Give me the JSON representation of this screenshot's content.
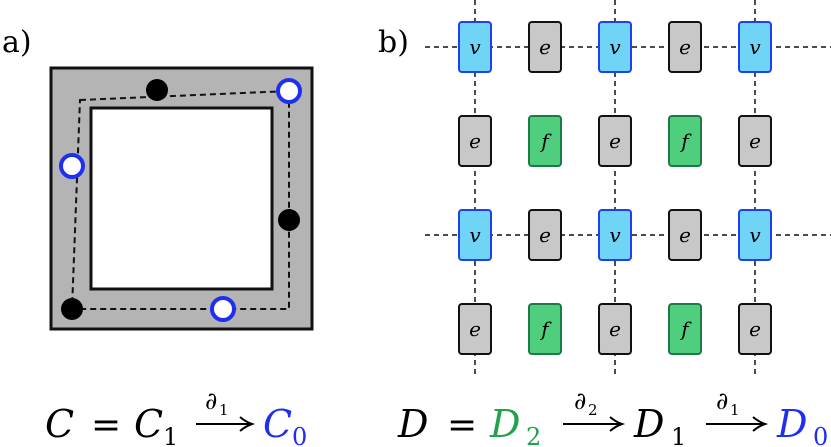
{
  "panel_a": {
    "label": "a)",
    "equation": {
      "lhs": "C",
      "eq": "=",
      "c1": "C",
      "c1_sub": "1",
      "op": "∂",
      "op_sub": "1",
      "c0": "C",
      "c0_sub": "0"
    }
  },
  "panel_b": {
    "label": "b)",
    "grid": [
      [
        "v",
        "e",
        "v",
        "e",
        "v"
      ],
      [
        "e",
        "f",
        "e",
        "f",
        "e"
      ],
      [
        "v",
        "e",
        "v",
        "e",
        "v"
      ],
      [
        "e",
        "f",
        "e",
        "f",
        "e"
      ]
    ],
    "equation": {
      "lhs": "D",
      "eq": "=",
      "d2": "D",
      "d2_sub": "2",
      "op2": "∂",
      "op2_sub": "2",
      "d1": "D",
      "d1_sub": "1",
      "op1": "∂",
      "op1_sub": "1",
      "d0": "D",
      "d0_sub": "0"
    }
  },
  "colors": {
    "vertex_fill": "#6fd4f6",
    "vertex_stroke": "#1f3ff0",
    "edge_fill": "#c8c8c8",
    "edge_stroke": "#111111",
    "face_fill": "#4fcf7e",
    "face_stroke": "#1e7a44",
    "ring_fill": "#b4b4b4",
    "blue_text": "#1f2ff0",
    "green_text": "#22a34a"
  }
}
